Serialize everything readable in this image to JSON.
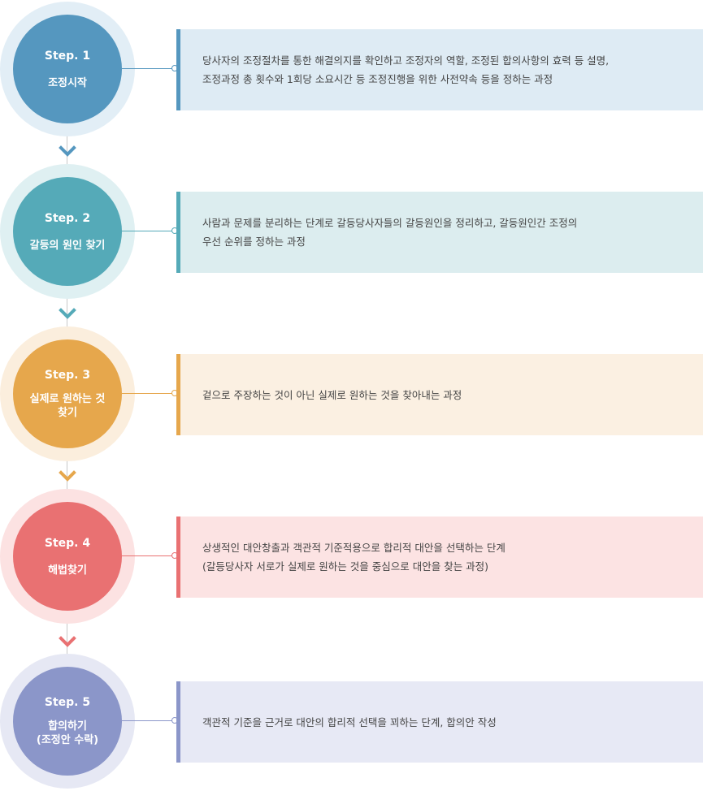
{
  "steps": [
    {
      "num": "Step. 1",
      "title": "조정시작",
      "desc": "당사자의 조정절차를 통한 해결의지를 확인하고 조정자의 역할, 조정된 합의사항의 효력 등 설명,\n조정과정 총 횟수와 1회당 소요시간 등 조정진행을 위한 사전약속 등을 정하는 과정",
      "color": "#5597bf",
      "halo": "#e2eef6",
      "box_bg": "#deebf4"
    },
    {
      "num": "Step. 2",
      "title": "갈등의 원인 찾기",
      "desc": "사람과 문제를 분리하는 단계로 갈등당사자들의 갈등원인을 정리하고, 갈등원인간 조정의\n우선 순위를 정하는 과정",
      "color": "#55aab8",
      "halo": "#dff0f2",
      "box_bg": "#dcedef"
    },
    {
      "num": "Step. 3",
      "title": "실제로 원하는 것\n찾기",
      "desc": "겉으로 주장하는 것이 아닌 실제로 원하는 것을 찾아내는 과정",
      "color": "#e6a74c",
      "halo": "#fbeedd",
      "box_bg": "#fbf0e2"
    },
    {
      "num": "Step. 4",
      "title": "해법찾기",
      "desc": "상생적인 대안창출과 객관적 기준적용으로 합리적 대안을 선택하는 단계\n(갈등당사자 서로가 실제로 원하는 것을 중심으로 대안을 찾는 과정)",
      "color": "#e97172",
      "halo": "#fce2e2",
      "box_bg": "#fce3e3"
    },
    {
      "num": "Step. 5",
      "title": "합의하기\n(조정안 수락)",
      "desc": "객관적 기준을 근거로 대안의 합리적 선택을 꾀하는 단계, 합의안 작성",
      "color": "#8b96c9",
      "halo": "#e6e8f4",
      "box_bg": "#e7e9f5"
    }
  ]
}
